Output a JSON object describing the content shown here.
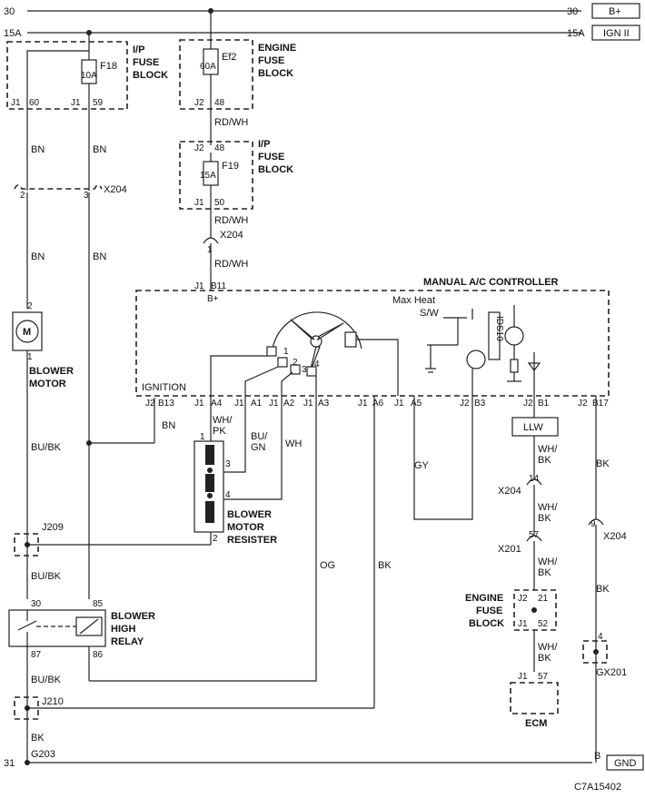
{
  "rails": {
    "b_plus_num_left": "30",
    "b_plus_num_right": "30",
    "b_plus_label": "B+",
    "ign_num_left": "15A",
    "ign_num_right": "15A",
    "ign_label": "IGN II",
    "gnd_num_left": "31",
    "gnd_label": "GND",
    "gnd_pin": "B"
  },
  "ip_fuse_block_top": {
    "title": [
      "I/P",
      "FUSE",
      "BLOCK"
    ],
    "fuse": "F18",
    "rating": "10A",
    "pin_left": "J1",
    "pin_left_num": "60",
    "pin_right": "J1",
    "pin_right_num": "59"
  },
  "engine_fuse_block_top": {
    "title": [
      "ENGINE",
      "FUSE",
      "BLOCK"
    ],
    "fuse": "Ef2",
    "rating": "60A",
    "pin": "J2",
    "pin_num": "48"
  },
  "ip_fuse_block_mid": {
    "title": [
      "I/P",
      "FUSE",
      "BLOCK"
    ],
    "fuse": "F19",
    "rating": "15A",
    "pin_top": "J2",
    "pin_top_num": "48",
    "pin_bot": "J1",
    "pin_bot_num": "50"
  },
  "wires": {
    "bn": "BN",
    "rd_wh": "RD/WH",
    "bu_bk": "BU/BK",
    "wh_pk": [
      "WH/",
      "PK"
    ],
    "bu_gn": [
      "BU/",
      "GN"
    ],
    "wh": "WH",
    "gy": "GY",
    "og": "OG",
    "bk": "BK",
    "wh_bk": [
      "WH/",
      "BK"
    ]
  },
  "connectors": {
    "x204": "X204",
    "x204_a": "2",
    "x204_b": "3",
    "x204_c": "1",
    "x204_14": "14",
    "x201": "X201",
    "x201_57": "57",
    "x204_9": "9",
    "j209": "J209",
    "j210": "J210",
    "g203": "G203",
    "gx201": "GX201",
    "gx201_pin": "4"
  },
  "blower_motor": {
    "label": [
      "BLOWER",
      "MOTOR"
    ],
    "symbol": "M",
    "pin_top": "2",
    "pin_bot": "1"
  },
  "blower_relay": {
    "label": [
      "BLOWER",
      "HIGH",
      "RELAY"
    ],
    "p30": "30",
    "p85": "85",
    "p87": "87",
    "p86": "86"
  },
  "blower_resister": {
    "label": [
      "BLOWER",
      "MOTOR",
      "RESISTER"
    ],
    "p1": "1",
    "p2": "2",
    "p3": "3",
    "p4": "4"
  },
  "controller": {
    "title": "MANUAL A/C CONTROLLER",
    "max_heat": "Max Heat",
    "sw": "S/W",
    "ignition": "IGNITION",
    "b_plus_pin": "J1",
    "b_plus_num": "B11",
    "b_plus_label": "B+",
    "switch_pins": [
      "1",
      "2",
      "3",
      "4"
    ],
    "diode_label": "IDS10",
    "bottom_pins": [
      {
        "c": "J2",
        "n": "B13"
      },
      {
        "c": "J1",
        "n": "A4"
      },
      {
        "c": "J1",
        "n": "A1"
      },
      {
        "c": "J1",
        "n": "A2"
      },
      {
        "c": "J1",
        "n": "A3"
      },
      {
        "c": "J1",
        "n": "A6"
      },
      {
        "c": "J1",
        "n": "A5"
      },
      {
        "c": "J2",
        "n": "B3"
      },
      {
        "c": "J2",
        "n": "B1"
      },
      {
        "c": "J2",
        "n": "B17"
      }
    ]
  },
  "llw": "LLW",
  "engine_fuse_block_low": {
    "title": [
      "ENGINE",
      "FUSE",
      "BLOCK"
    ],
    "pin_top": "J2",
    "pin_top_num": "21",
    "pin_bot": "J1",
    "pin_bot_num": "52"
  },
  "ecm": {
    "label": "ECM",
    "pin": "J1",
    "pin_num": "57"
  },
  "figure_id": "C7A15402"
}
